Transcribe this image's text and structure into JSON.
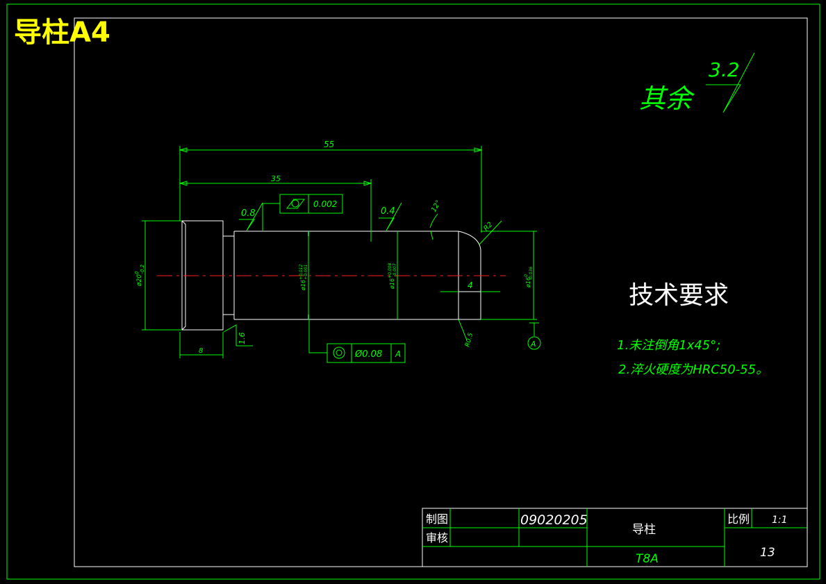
{
  "sheet_title": "导柱A4",
  "roughness_default": {
    "label": "其余",
    "value": "3.2"
  },
  "dimensions": {
    "overall_length": "55",
    "length_35": "35",
    "head_length": "8",
    "head_dia_main": "ø20",
    "head_dia_tol_upper": "0",
    "head_dia_tol_lower": "-0.2",
    "dia16_main": "ø16",
    "dia16_tol_upper": "+0.012",
    "dia16_tol_lower": "+0.001",
    "dia16b_main": "ø16",
    "dia16b_tol_upper": "+0.008",
    "dia16b_tol_lower": "-0.007",
    "dia16c_main": "ø16",
    "dia16c_tol_upper": "0",
    "dia16c_tol_lower": "-0.036",
    "chamfer_len": "4",
    "radius_tip": "R2",
    "angle": "12°",
    "radius_small": "R0.5"
  },
  "roughness": {
    "r1": "0.8",
    "r2": "0.4",
    "r3": "1.6"
  },
  "tolerance_frames": {
    "cylindricity_value": "0.002",
    "coaxiality_value": "Ø0.08",
    "coaxiality_datum": "A"
  },
  "datum_label": "A",
  "technical_requirements": {
    "title": "技术要求",
    "items": [
      "1.未注倒角1x45°;",
      "2.淬火硬度为HRC50-55。"
    ]
  },
  "title_block": {
    "drawn_label": "制图",
    "checked_label": "审核",
    "drawing_number": "09020205",
    "part_name": "导柱",
    "material": "T8A",
    "scale_label": "比例",
    "scale_value": "1:1",
    "sheet_no": "13"
  },
  "colors": {
    "background": "#000000",
    "border": "#ffffff",
    "dimension": "#00ff00",
    "outline": "#ffffff",
    "centerline": "#ff2020",
    "title": "#ffff00"
  }
}
